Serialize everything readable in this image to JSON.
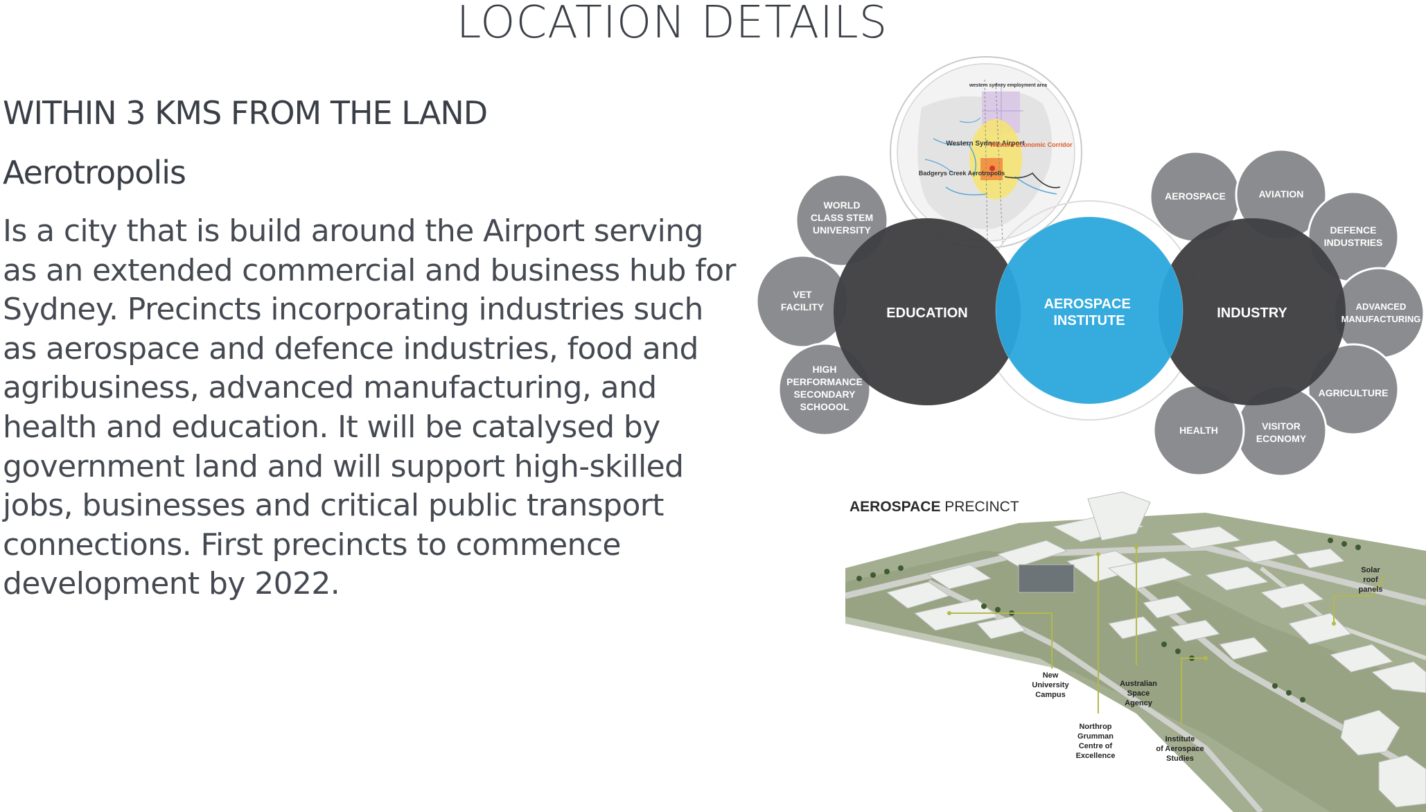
{
  "page": {
    "title": "LOCATION DETAILS",
    "subtitle": "WITHIN 3 KMS  FROM THE LAND",
    "heading": "Aerotropolis",
    "paragraph": "Is a city that is build around the Airport serving as an extended commercial and business hub for Sydney. Precincts incorporating industries such as aerospace and defence industries, food and agribusiness, advanced manufacturing, and health and education. It will be catalysed by government land and will support high-skilled jobs, businesses and critical public transport connections. First precincts to commence development by 2022."
  },
  "map": {
    "label_top": "western sydney employment area",
    "label_airport": "Western Sydney Airport",
    "label_corridor": "Western Economic Corridor",
    "label_aerotropolis": "Badgerys Creek Aerotropolis"
  },
  "venn": {
    "center": "AEROSPACE INSTITUTE",
    "education": "EDUCATION",
    "industry": "INDUSTRY",
    "education_items": [
      "WORLD CLASS STEM UNIVERSITY",
      "VET FACILITY",
      "HIGH PERFORMANCE SECONDARY SCHOOOL"
    ],
    "industry_items": [
      "AEROSPACE",
      "AVIATION",
      "DEFENCE INDUSTRIES",
      "ADVANCED MANUFACTURING",
      "AGRICULTURE",
      "VISITOR ECONOMY",
      "HEALTH"
    ]
  },
  "precinct": {
    "title_bold": "AEROSPACE",
    "title_light": " PRECINCT",
    "labels": {
      "solar": "Solar roof panels",
      "university": "New University Campus",
      "space_agency": "Australian Space Agency",
      "northrop": "Northrop Grumman Centre of Excellence",
      "institute": "Institute of Aerospace Studies"
    }
  },
  "colors": {
    "dark_circle": "#3f4043",
    "grey_circle": "#8a8b8e",
    "center_blue": "#2aa7dc",
    "text": "#3a3f47",
    "ground": "#a3ad8f",
    "leader": "#b5b94a"
  }
}
